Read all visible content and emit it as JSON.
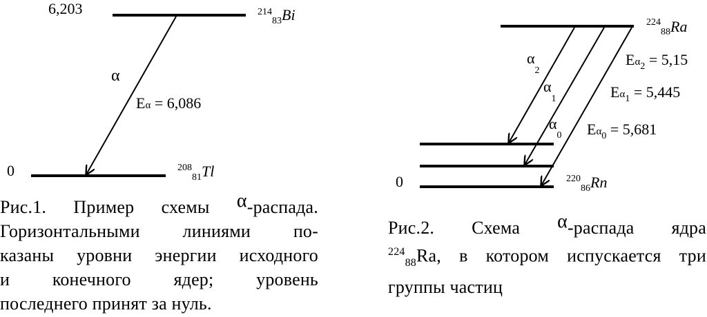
{
  "fig1": {
    "top_energy": "6,203",
    "bottom_energy": "0",
    "parent": {
      "mass": "214",
      "z": "83",
      "symbol": "Bi"
    },
    "daughter": {
      "mass": "208",
      "z": "81",
      "symbol": "Tl"
    },
    "alpha_symbol": "α",
    "energy_label": {
      "E": "E",
      "alpha": "α",
      "value": " = 6,086"
    },
    "caption": {
      "line1_a": "Рис.1. Пример схемы ",
      "line1_sym": "α",
      "line1_b": "-распада.",
      "line2": "Горизонтальными линиями по-",
      "line3": "казаны уровни энергии исходного",
      "line4": "и конечного ядер; уровень",
      "line5": "последнего принят за нуль."
    }
  },
  "fig2": {
    "parent": {
      "mass": "224",
      "z": "88",
      "symbol": "Ra"
    },
    "daughter": {
      "mass": "220",
      "z": "86",
      "symbol": "Rn"
    },
    "ground_label": "0",
    "alphas": [
      {
        "symbol": "α",
        "sub": "2",
        "E": "E",
        "value": " = 5,15"
      },
      {
        "symbol": "α",
        "sub": "1",
        "E": "E",
        "value": " = 5,445"
      },
      {
        "symbol": "α",
        "sub": "0",
        "E": "E",
        "value": " = 5,681"
      }
    ],
    "caption": {
      "line1_a": "Рис.2. Схема ",
      "line1_sym": "α",
      "line1_b": "-распада ядра",
      "line2_mass": "224",
      "line2_z": "88",
      "line2_text": "Ra, в котором испускается три",
      "line3": "группы частиц"
    }
  }
}
